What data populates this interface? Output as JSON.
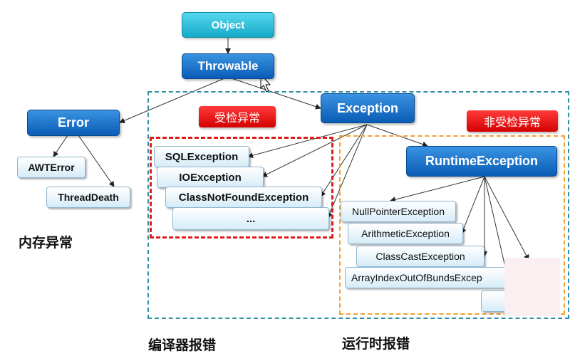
{
  "nodes": {
    "object": "Object",
    "throwable": "Throwable",
    "error": "Error",
    "exception": "Exception",
    "runtime_exception": "RuntimeException",
    "awt_error": "AWTError",
    "thread_death": "ThreadDeath",
    "sql_exception": "SQLException",
    "io_exception": "IOException",
    "class_not_found": "ClassNotFoundException",
    "checked_more": "...",
    "null_pointer": "NullPointerException",
    "arithmetic": "ArithmeticException",
    "class_cast": "ClassCastException",
    "array_index": "ArrayIndexOutOfBundsExcep"
  },
  "tags": {
    "checked": "受检异常",
    "unchecked": "非受检异常"
  },
  "captions": {
    "memory": "内存异常",
    "compile": "编译器报错",
    "runtime": "运行时报错"
  },
  "colors": {
    "teal_dash": "#2f8fa3",
    "red_dash": "#e01b1b",
    "orange_dash": "#f0a030",
    "tag_red": "#e00000"
  },
  "icons": {
    "cursor": "mouse-pointer-icon"
  }
}
